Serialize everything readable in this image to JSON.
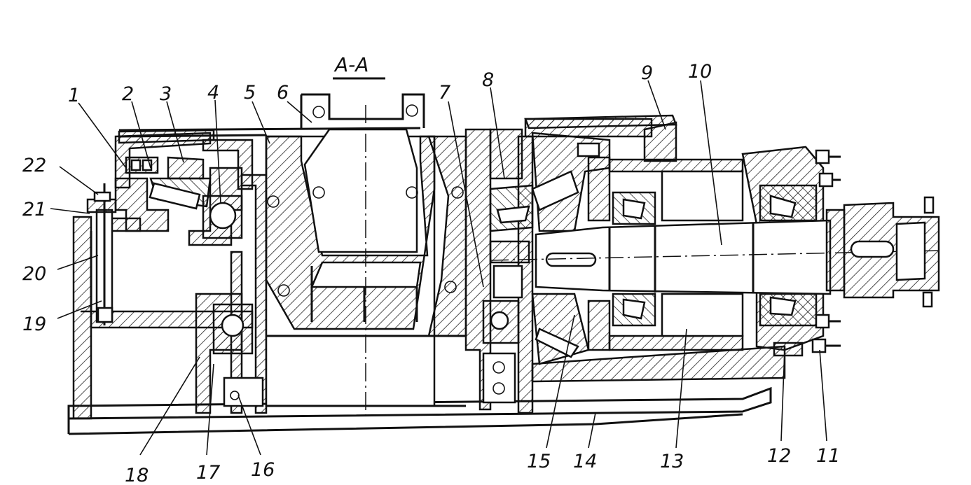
{
  "section_label": "A-A",
  "callouts": [
    "1",
    "2",
    "3",
    "4",
    "5",
    "6",
    "7",
    "8",
    "9",
    "10",
    "11",
    "12",
    "13",
    "14",
    "15",
    "16",
    "17",
    "18",
    "19",
    "20",
    "21",
    "22"
  ]
}
